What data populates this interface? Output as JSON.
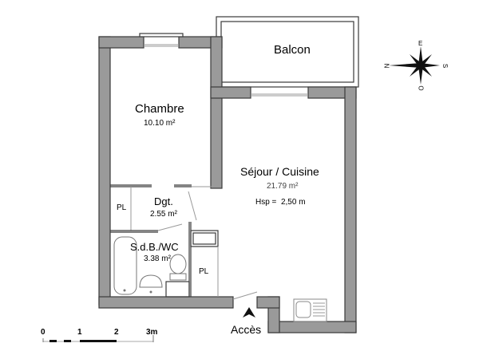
{
  "rooms": {
    "balcon": {
      "name": "Balcon"
    },
    "chambre": {
      "name": "Chambre",
      "area": "10.10 m²"
    },
    "sejour": {
      "name": "Séjour / Cuisine",
      "area": "21.79 m²",
      "height": "Hsp =  2,50 m"
    },
    "dgt": {
      "name": "Dgt.",
      "area": "2.55 m²"
    },
    "sdb": {
      "name": "S.d.B./WC",
      "area": "3.38 m²"
    },
    "pl_left": {
      "name": "PL"
    },
    "pl_right": {
      "name": "PL"
    }
  },
  "entrance": {
    "label": "Accès"
  },
  "compass": {
    "north": "N",
    "east": "E",
    "south": "S",
    "west": "O"
  },
  "scale_bar": {
    "ticks": [
      "0",
      "1",
      "2",
      "3m"
    ]
  },
  "colors": {
    "wall": "#9a9a9a",
    "outline": "#3a3a3a"
  }
}
